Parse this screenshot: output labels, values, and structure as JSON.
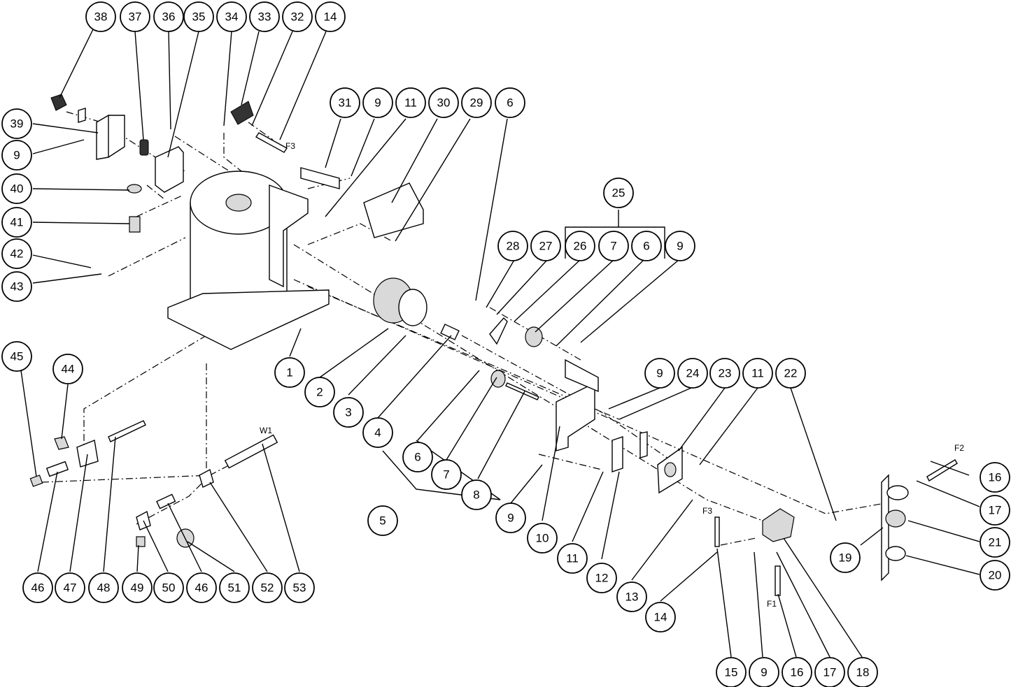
{
  "callouts": [
    "38",
    "37",
    "36",
    "35",
    "34",
    "33",
    "32",
    "14",
    "31",
    "9",
    "11",
    "30",
    "29",
    "6",
    "39",
    "9",
    "40",
    "41",
    "42",
    "43",
    "25",
    "28",
    "27",
    "26",
    "7",
    "6",
    "9",
    "45",
    "44",
    "1",
    "2",
    "3",
    "4",
    "9",
    "24",
    "23",
    "11",
    "22",
    "6",
    "7",
    "8",
    "5",
    "9",
    "10",
    "11",
    "12",
    "13",
    "14",
    "16",
    "17",
    "19",
    "21",
    "20",
    "46",
    "47",
    "48",
    "49",
    "50",
    "46",
    "51",
    "52",
    "53",
    "15",
    "9",
    "16",
    "17",
    "18"
  ],
  "tags": {
    "f3_top": "F3",
    "w1": "W1",
    "f3_bottom": "F3",
    "f1": "F1",
    "f2": "F2"
  },
  "colors": {
    "line": "#000000",
    "background": "#ffffff",
    "shade": "#d9d9d9"
  }
}
